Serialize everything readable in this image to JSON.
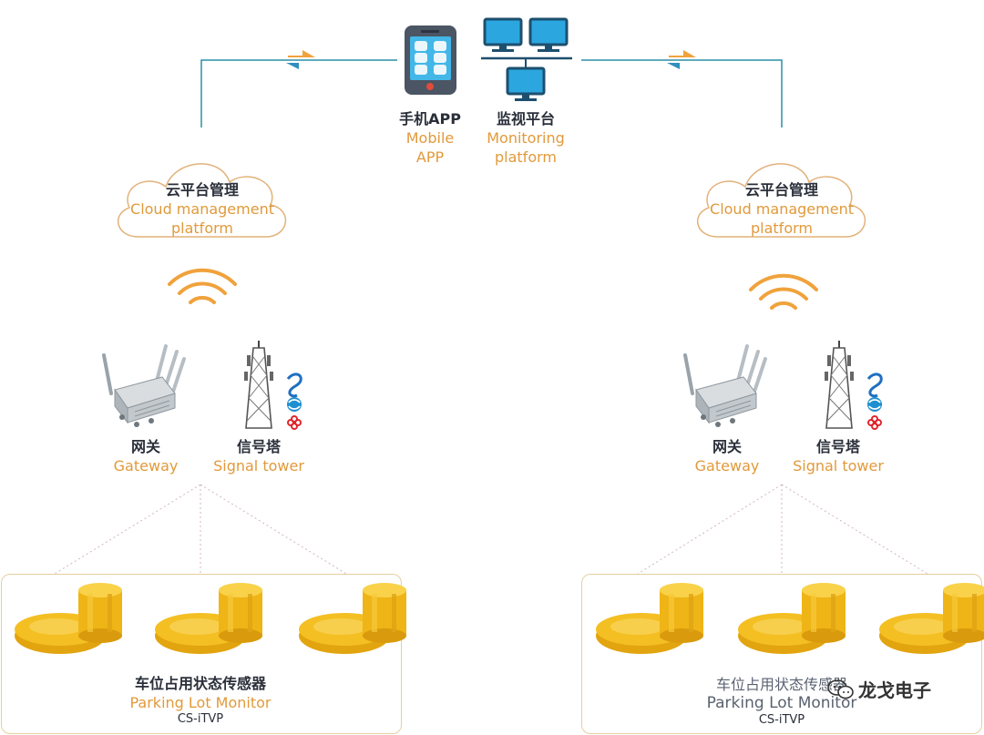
{
  "top": {
    "mobile_app": {
      "cn": "手机APP",
      "en_line1": "Mobile",
      "en_line2": "APP"
    },
    "monitoring": {
      "cn": "监视平台",
      "en_line1": "Monitoring",
      "en_line2": "platform"
    }
  },
  "left": {
    "cloud": {
      "cn": "云平台管理",
      "en_line1": "Cloud management",
      "en_line2": "platform"
    },
    "gateway": {
      "cn": "网关",
      "en": "Gateway"
    },
    "tower": {
      "cn": "信号塔",
      "en": "Signal tower"
    },
    "sensor": {
      "cn": "车位占用状态传感器",
      "en": "Parking Lot Monitor",
      "model": "CS-iTVP"
    }
  },
  "right": {
    "cloud": {
      "cn": "云平台管理",
      "en_line1": "Cloud management",
      "en_line2": "platform"
    },
    "gateway": {
      "cn": "网关",
      "en": "Gateway"
    },
    "tower": {
      "cn": "信号塔",
      "en": "Signal tower"
    },
    "sensor": {
      "cn": "车位占用状态传感器",
      "en": "Parking Lot Monitor",
      "model": "CS-iTVP"
    }
  },
  "watermark": {
    "text": "龙戈电子"
  },
  "colors": {
    "accent": "#e19a3b",
    "line": "#2b8fa8",
    "sensor": "#f2b81c",
    "panel_border": "#e6cfa0"
  }
}
